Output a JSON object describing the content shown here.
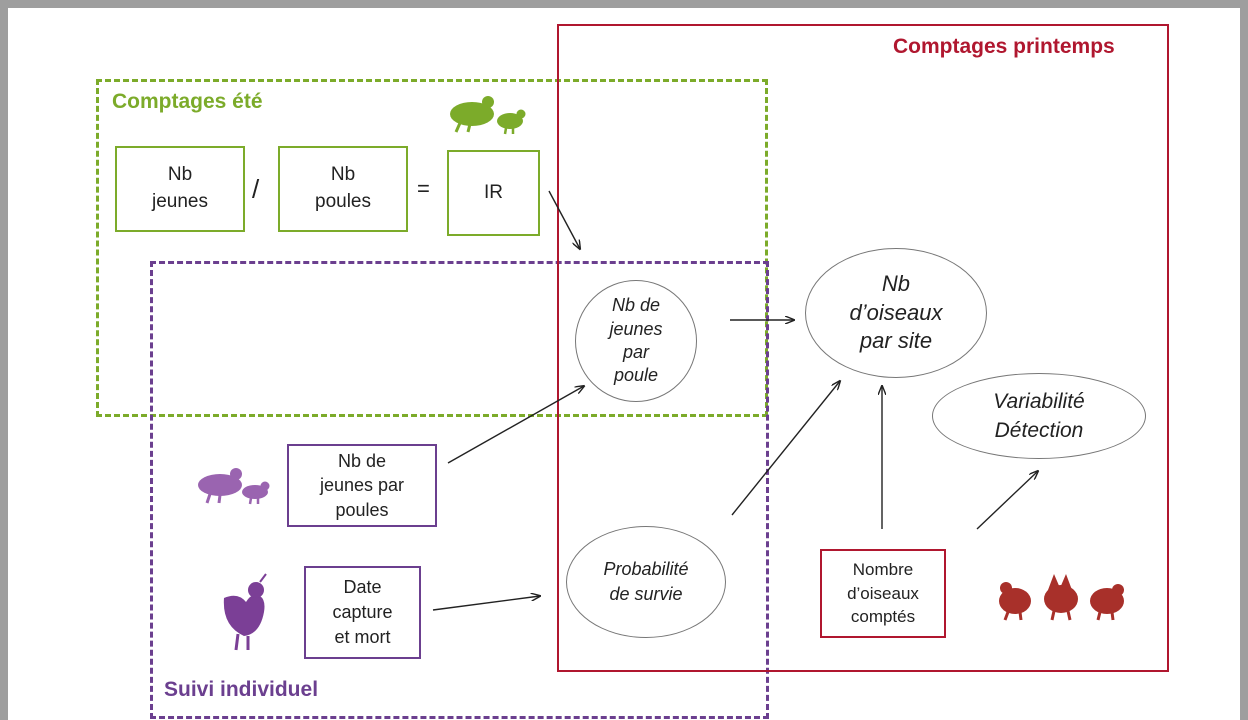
{
  "frames": {
    "summer": {
      "label": "Comptages été",
      "color": "#7cab2a"
    },
    "spring": {
      "label": "Comptages printemps",
      "color": "#b0172f"
    },
    "individual": {
      "label": "Suivi individuel",
      "color": "#6b3f8f"
    }
  },
  "summer_boxes": {
    "chicks": {
      "line1": "Nb",
      "line2": "jeunes"
    },
    "divide": "/",
    "hens": {
      "line1": "Nb",
      "line2": "poules"
    },
    "equals": "=",
    "ir": "IR"
  },
  "individual_boxes": {
    "chicks_per_hen": {
      "line1": "Nb de",
      "line2": "jeunes par",
      "line3": "poules"
    },
    "capture_date": {
      "line1": "Date",
      "line2": "capture",
      "line3": "et mort"
    }
  },
  "spring_box": {
    "line1": "Nombre",
    "line2": "d’oiseaux",
    "line3": "comptés"
  },
  "nodes": {
    "chicks_per_hen": {
      "line1": "Nb de",
      "line2": "jeunes",
      "line3": "par",
      "line4": "poule"
    },
    "birds_per_site": {
      "line1": "Nb",
      "line2": "d’oiseaux",
      "line3": "par site"
    },
    "detection": {
      "line1": "Variabilité",
      "line2": "Détection"
    },
    "survival": {
      "line1": "Probabilité",
      "line2": "de survie"
    }
  },
  "icons": [
    "hen-and-chick-icon-green",
    "hen-and-chick-icon-purple",
    "tagged-hen-icon",
    "counted-birds-icon"
  ]
}
